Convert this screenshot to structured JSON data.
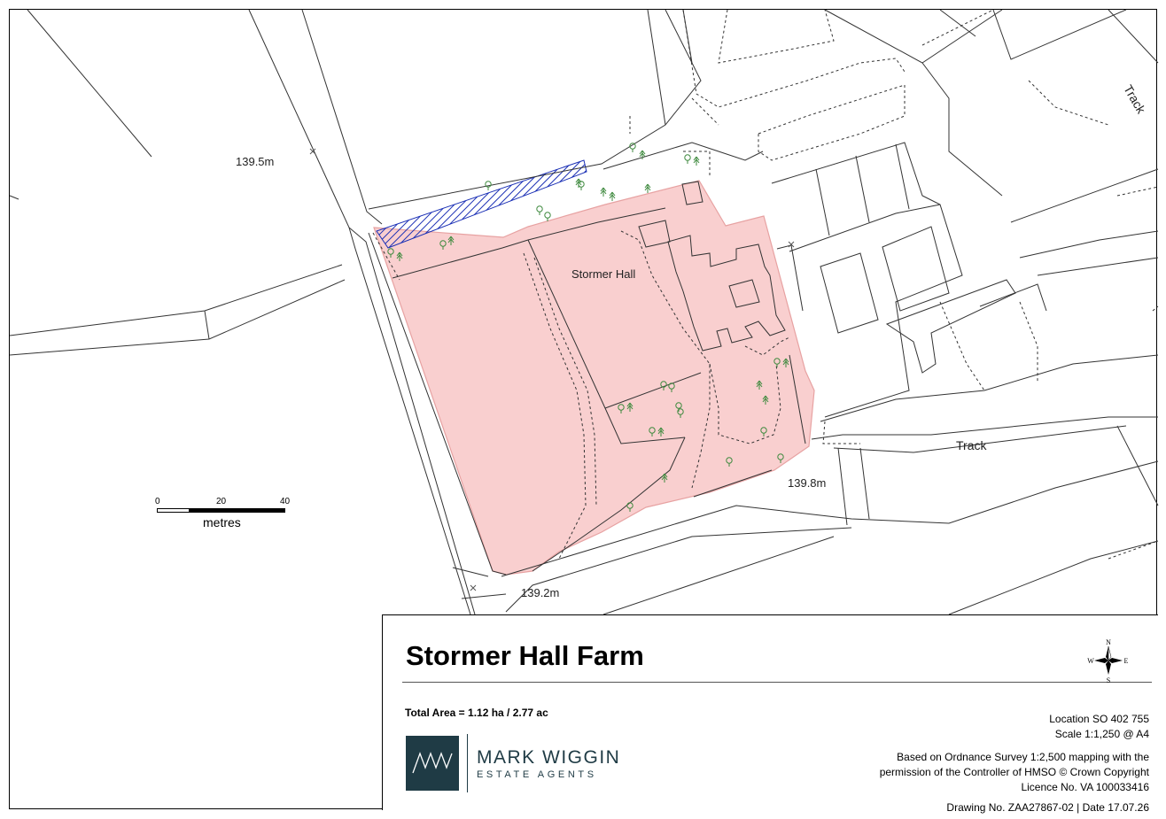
{
  "map": {
    "labels": {
      "stormer_hall": "Stormer Hall",
      "track_east": "Track",
      "track_ne": "Track",
      "height_nw": "139.5m",
      "height_se": "139.8m",
      "height_s": "139.2m"
    },
    "colors": {
      "boundary_fill": "#f9cfcf",
      "boundary_stroke": "#e7a2a2",
      "hatch": "#1a2fb5",
      "tree": "#3f8a3f",
      "line": "#333333"
    }
  },
  "scale_bar": {
    "ticks": [
      "0",
      "20",
      "40"
    ],
    "unit": "metres"
  },
  "title_block": {
    "title": "Stormer Hall Farm",
    "total_area": "Total Area = 1.12 ha / 2.77 ac",
    "location": "Location SO 402 755",
    "scale": "Scale 1:1,250 @ A4",
    "os_line1": "Based on Ordnance Survey 1:2,500 mapping with the",
    "os_line2": "permission of the Controller of HMSO © Crown Copyright",
    "licence": "Licence No. VA 100033416",
    "drawing": "Drawing No. ZAA27867-02 | Date 17.07.26",
    "compass": {
      "n": "N",
      "s": "S",
      "e": "E",
      "w": "W"
    },
    "logo": {
      "mark": "MW",
      "name": "MARK WIGGIN",
      "sub": "ESTATE AGENTS"
    }
  }
}
